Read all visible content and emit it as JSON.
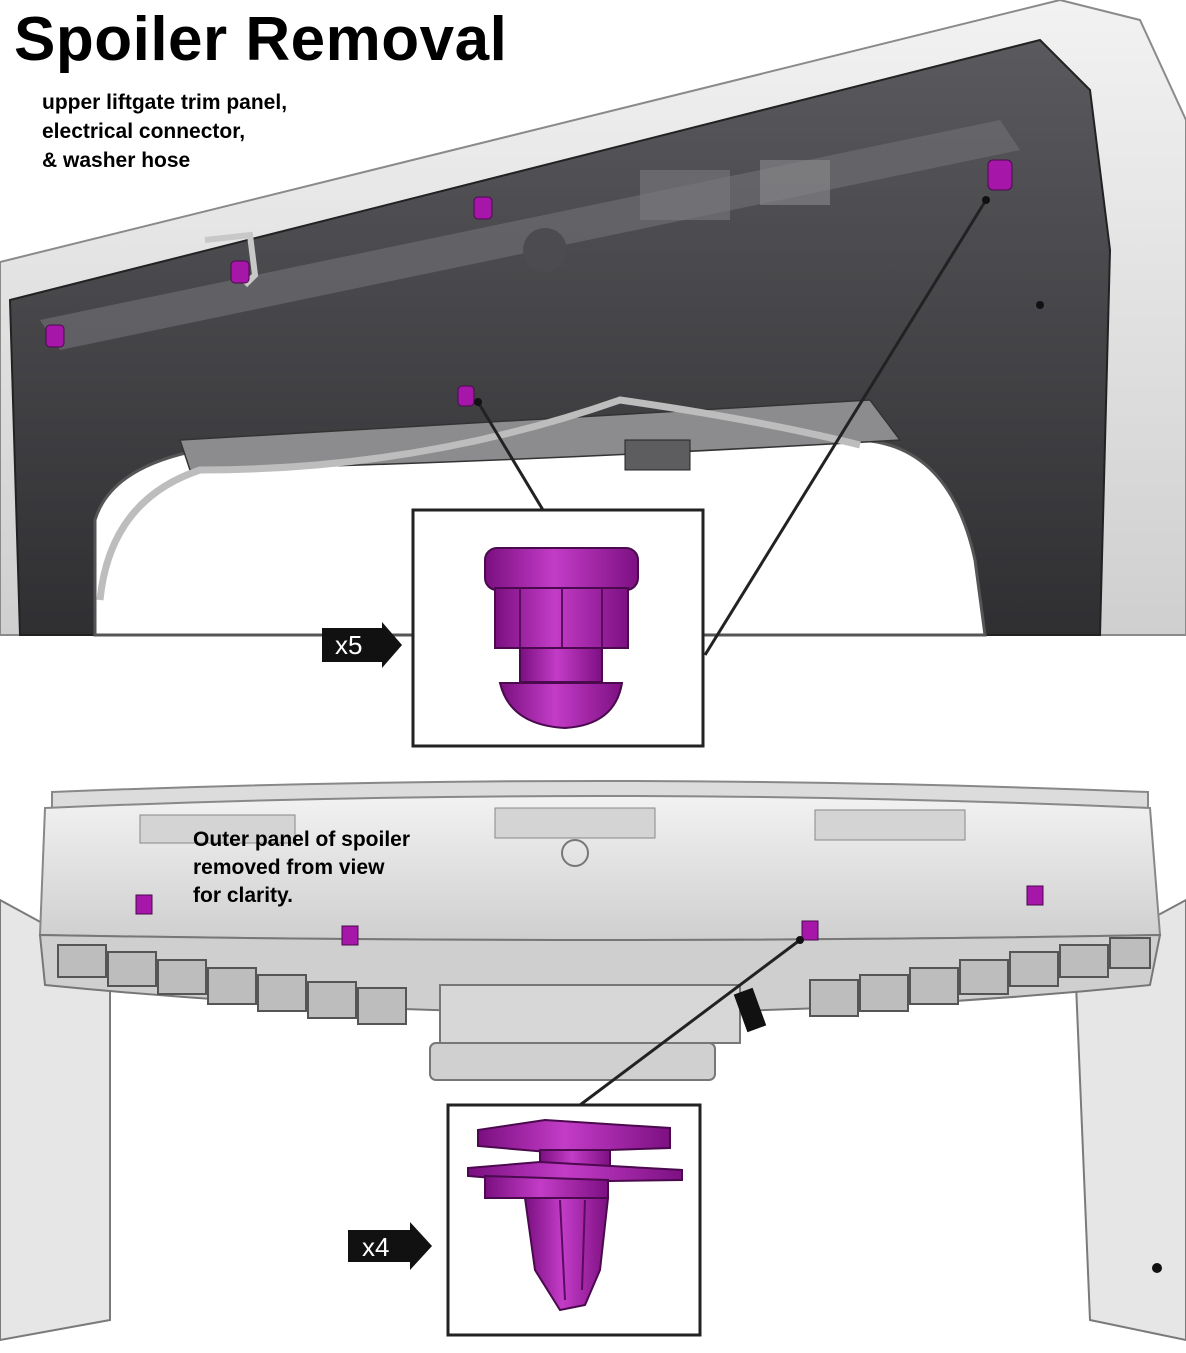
{
  "title": "Spoiler Removal",
  "upper_note": [
    "upper liftgate trim panel,",
    "electrical connector,",
    "& washer hose"
  ],
  "lower_note": [
    "Outer panel of spoiler",
    "removed from view",
    "for clarity."
  ],
  "upper_callout": {
    "quantity": "x5",
    "part_icon": "push-pin-fastener-icon"
  },
  "lower_callout": {
    "quantity": "x4",
    "part_icon": "trim-clip-fastener-icon"
  },
  "colors": {
    "fastener": "#a516a9",
    "liftgate_dark": "#3f3f42",
    "liftgate_light": "#d9d9d9",
    "spoiler": "#e4e4e4",
    "arrow": "#111111"
  }
}
